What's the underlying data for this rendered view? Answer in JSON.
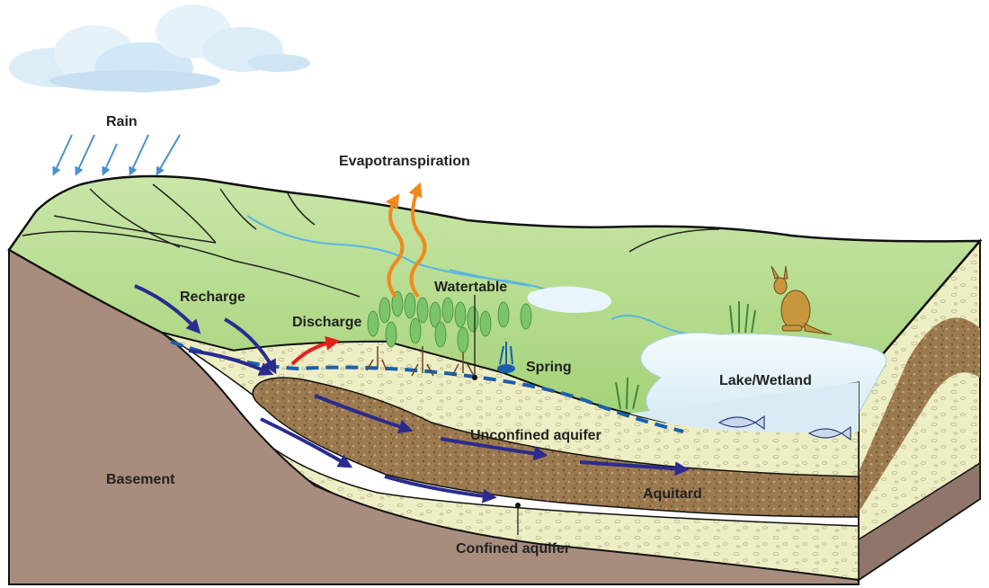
{
  "labels": {
    "rain": "Rain",
    "evapotranspiration": "Evapotranspiration",
    "recharge": "Recharge",
    "discharge": "Discharge",
    "watertable": "Watertable",
    "spring": "Spring",
    "lake_wetland": "Lake/Wetland",
    "unconfined_aquifer": "Unconfined aquifer",
    "aquitard": "Aquitard",
    "confined_aquifer": "Confined aquifer",
    "basement": "Basement"
  },
  "colors": {
    "grass": "#a9d57e",
    "grass_light": "#c9e6a8",
    "basement": "#a88d7e",
    "aquifer": "#eeeec4",
    "aquitard": "#9c7a50",
    "water": "#e4f1f8",
    "flow_arrow": "#2b2b8f",
    "watertable_line": "#1a5fae",
    "evapo_arrow": "#f08a1c",
    "discharge_arrow": "#e4201c",
    "rain_arrow": "#4a8fd0"
  }
}
